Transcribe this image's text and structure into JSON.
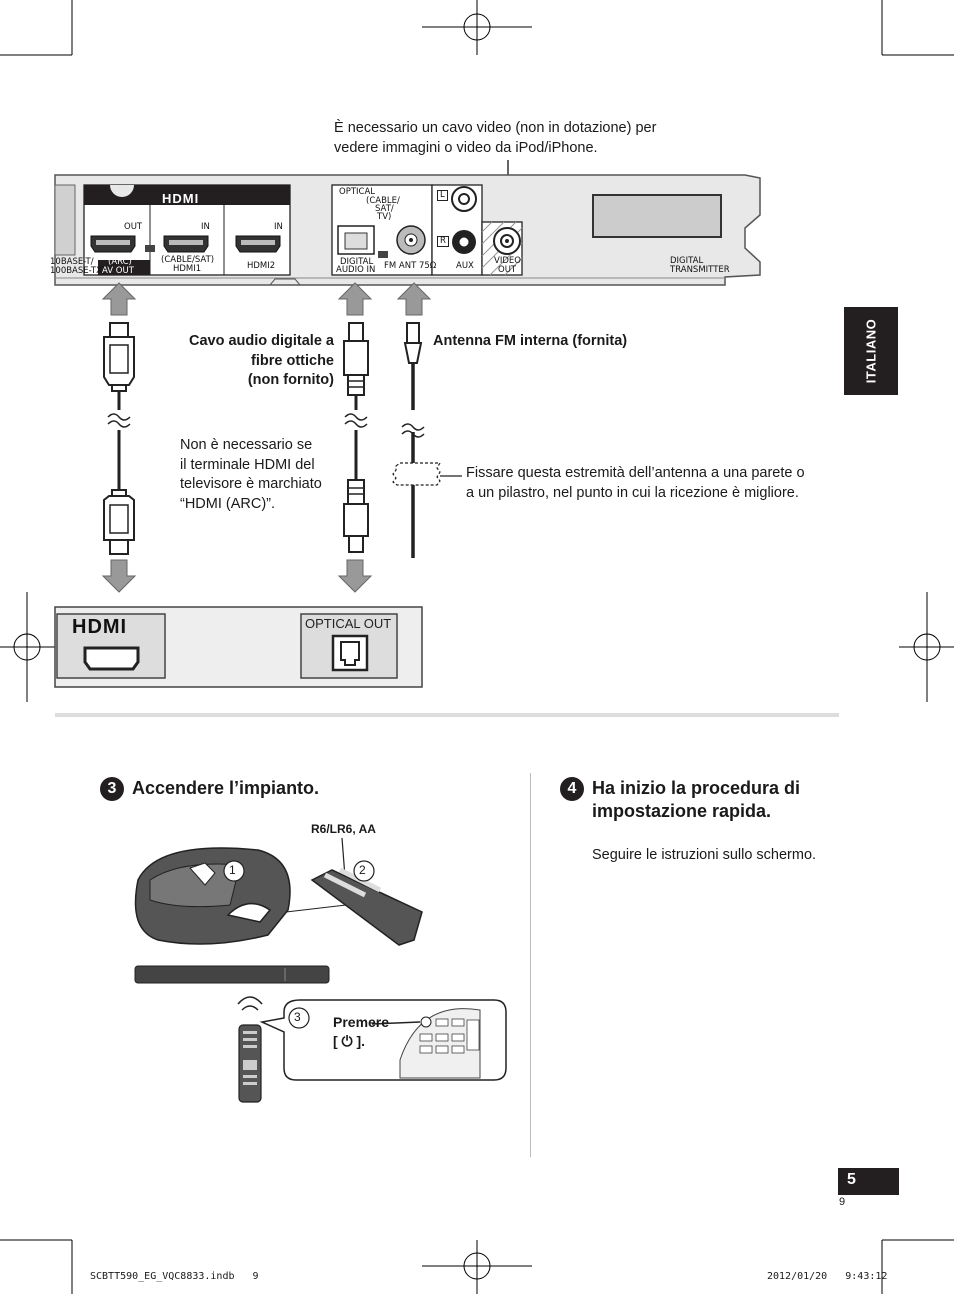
{
  "side_tab": {
    "label": "ITALIANO"
  },
  "video_note": "È necessario un cavo video (non in dotazione) per vedere immagini o video da iPod/iPhone.",
  "panel": {
    "hdmi_logo": "HDMI",
    "lan_label_1": "10BASE-T/",
    "lan_label_2": "100BASE-TX)",
    "arc_label": "(ARC)",
    "av_out_label": "AV OUT",
    "out_label": "OUT",
    "in_label_1": "IN",
    "in_label_2": "IN",
    "cable_sat_label": "(CABLE/SAT)",
    "hdmi1_label": "HDMI1",
    "hdmi2_label": "HDMI2",
    "optical_label": "OPTICAL",
    "cable_sat_tv_1": "(CABLE/",
    "cable_sat_tv_2": "SAT/",
    "cable_sat_tv_3": "TV)",
    "digital_label": "DIGITAL",
    "audio_in_label": "AUDIO IN",
    "fm_ant_label": "FM ANT 75Ω",
    "l_label": "L",
    "r_label": "R",
    "aux_label": "AUX",
    "video_label": "VIDEO",
    "video_out_label": "OUT",
    "digital_tx_1": "DIGITAL",
    "digital_tx_2": "TRANSMITTER"
  },
  "optical_cable_label": [
    "Cavo audio digitale a",
    "fibre ottiche",
    "(non fornito)"
  ],
  "fm_antenna_label": "Antenna FM interna (fornita)",
  "hdmi_note": [
    "Non è necessario se",
    "il terminale HDMI del",
    "televisore è marchiato",
    "“HDMI (ARC)”."
  ],
  "antenna_note": [
    "Fissare questa estremità dell’antenna a una parete o",
    "a un pilastro, nel punto in cui la ricezione è migliore."
  ],
  "tv": {
    "hdmi_logo": "HDMI",
    "optical_out_label": "OPTICAL OUT"
  },
  "step3": {
    "number": "3",
    "title": "Accendere l’impianto.",
    "battery_label": "R6/LR6, AA",
    "sub1": "1",
    "sub2": "2",
    "sub3": "3",
    "press_1": "Premere",
    "press_2": "[ ⏻ ]."
  },
  "step4": {
    "number": "4",
    "title_1": "Ha inizio la procedura di",
    "title_2": "impostazione rapida.",
    "instruction": "Seguire le istruzioni sullo schermo."
  },
  "page_number": "5",
  "sub_page_number": "9",
  "footer": {
    "file": "SCBTT590_EG_VQC8833.indb   9",
    "timestamp": "2012/01/20   9:43:12"
  }
}
